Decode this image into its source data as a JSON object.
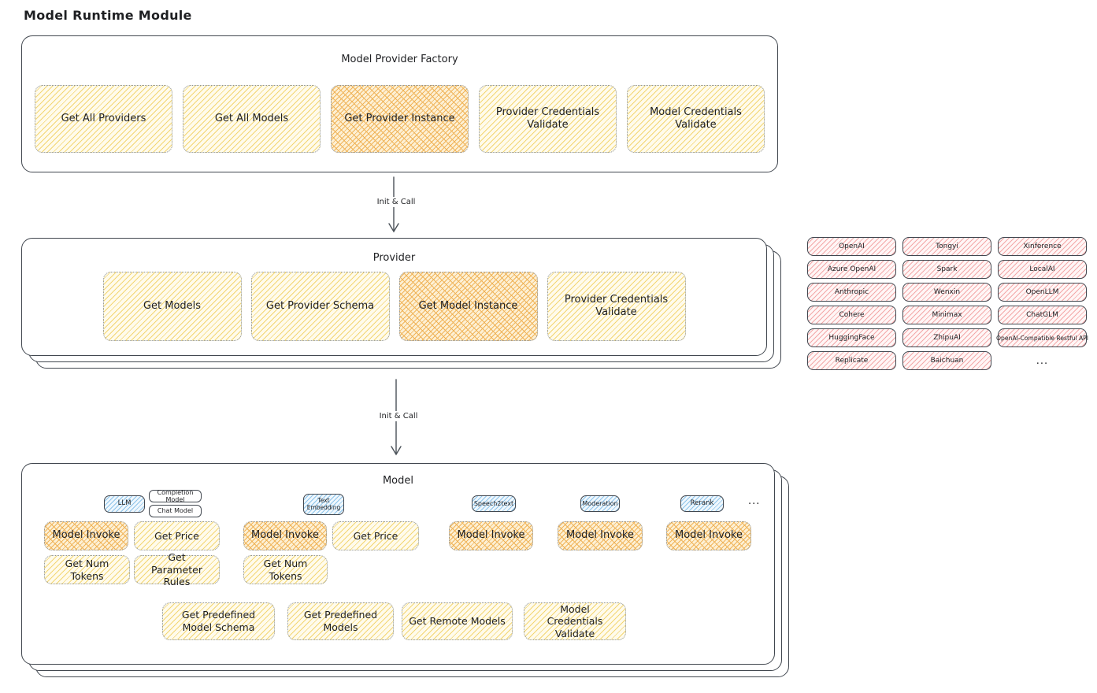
{
  "page_title": "Model Runtime Module",
  "colors": {
    "ink": "#1e1f22",
    "container-border": "#41474f",
    "box-border": "#8b9299",
    "yellow-bg": "#fffbec",
    "yellow-stroke": "#f3d673",
    "orange-bg": "#fdf0d4",
    "orange-stroke": "#f0b45a",
    "pink-bg": "#fff6f6",
    "pink-stroke": "#f3a8a8",
    "blue-bg": "#eff7fd",
    "blue-stroke": "#8ec4ea"
  },
  "factory": {
    "title": "Model Provider Factory",
    "boxes": [
      {
        "label": "Get All Providers",
        "highlight": false
      },
      {
        "label": "Get All Models",
        "highlight": false
      },
      {
        "label": "Get Provider Instance",
        "highlight": true
      },
      {
        "label": "Provider Credentials Validate",
        "highlight": false
      },
      {
        "label": "Model Credentials Validate",
        "highlight": false
      }
    ]
  },
  "arrows": {
    "init_call_1": "Init & Call",
    "init_call_2": "Init & Call"
  },
  "provider": {
    "title": "Provider",
    "boxes": [
      {
        "label": "Get Models",
        "highlight": false
      },
      {
        "label": "Get Provider Schema",
        "highlight": false
      },
      {
        "label": "Get Model Instance",
        "highlight": true
      },
      {
        "label": "Provider Credentials Validate",
        "highlight": false
      }
    ]
  },
  "provider_registry": {
    "items": [
      "OpenAI",
      "Tongyi",
      "Xinference",
      "Azure OpenAI",
      "Spark",
      "LocalAI",
      "Anthropic",
      "Wenxin",
      "OpenLLM",
      "Cohere",
      "Minimax",
      "ChatGLM",
      "HuggingFace",
      "ZhipuAI",
      "OpenAI-Compatible Restful API",
      "Replicate",
      "Baichuan"
    ],
    "more": "..."
  },
  "model": {
    "title": "Model",
    "types": {
      "llm": "LLM",
      "completion": "Completion Model",
      "chat": "Chat Model",
      "text_embedding": "Text Embedding",
      "speech2text": "Speech2text",
      "moderation": "Moderation",
      "rerank": "Rerank",
      "more": "..."
    },
    "ops": {
      "model_invoke": "Model Invoke",
      "get_price": "Get Price",
      "get_num_tokens": "Get Num Tokens",
      "get_parameter_rules": "Get Parameter Rules"
    },
    "bottom": [
      "Get Predefined Model Schema",
      "Get Predefined Models",
      "Get Remote Models",
      "Model Credentials Validate"
    ]
  }
}
